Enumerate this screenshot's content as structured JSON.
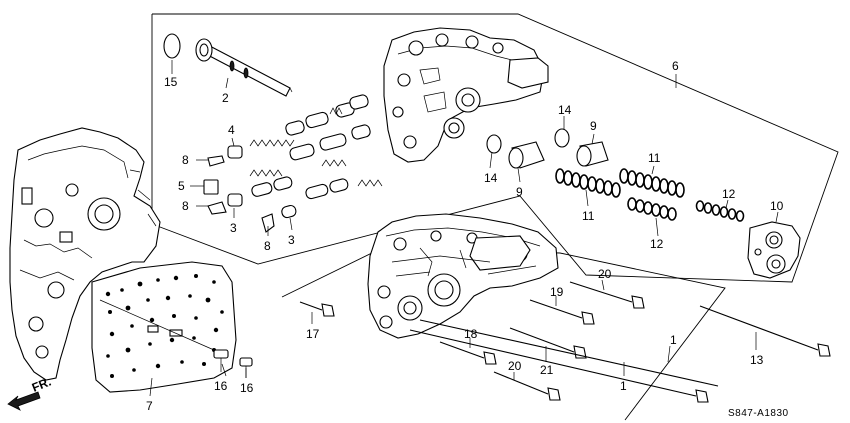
{
  "callouts": {
    "c1a": "1",
    "c1b": "1",
    "c2": "2",
    "c3a": "3",
    "c3b": "3",
    "c4": "4",
    "c5": "5",
    "c6": "6",
    "c7": "7",
    "c8a": "8",
    "c8b": "8",
    "c8c": "8",
    "c9a": "9",
    "c9b": "9",
    "c10": "10",
    "c11a": "11",
    "c11b": "11",
    "c12a": "12",
    "c12b": "12",
    "c13": "13",
    "c14a": "14",
    "c14b": "14",
    "c15": "15",
    "c16a": "16",
    "c16b": "16",
    "c17": "17",
    "c18": "18",
    "c19": "19",
    "c20a": "20",
    "c20b": "20",
    "c21": "21"
  },
  "direction_label": "FR.",
  "diagram_code": "S847-A1830"
}
